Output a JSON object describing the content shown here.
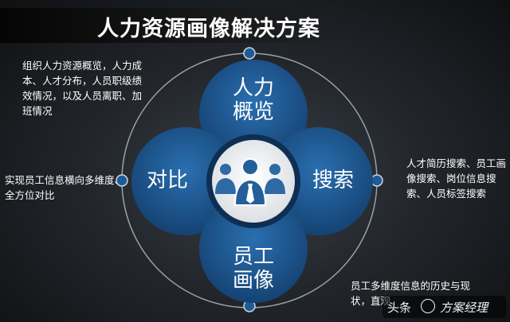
{
  "title": "人力资源画像解决方案",
  "nodes": {
    "overview": "人力\n概览",
    "compare": "对比",
    "search": "搜索",
    "portrait": "员工\n画像"
  },
  "descriptions": {
    "overview": "组织人力资源概览，人力成本、人才分布，人员职级绩效情况，以及人员离职、加班情况",
    "compare": "实现员工信息横向多维度、全方位对比",
    "search": "人才简历搜索、员工画像搜索、岗位信息搜索、人员标签搜索",
    "portrait": "员工多维度信息的历史与现状，直观"
  },
  "watermark": {
    "source": "头条",
    "author": "方案经理"
  },
  "colors": {
    "node_fill": "#1d5a96",
    "node_dark": "#0f3e70",
    "ring": "#9aa2ab",
    "dot": "#1e5c98",
    "center": "#ffffff",
    "people_icon": "#2e6aa6"
  },
  "icons": {
    "center": "people-group-icon"
  }
}
